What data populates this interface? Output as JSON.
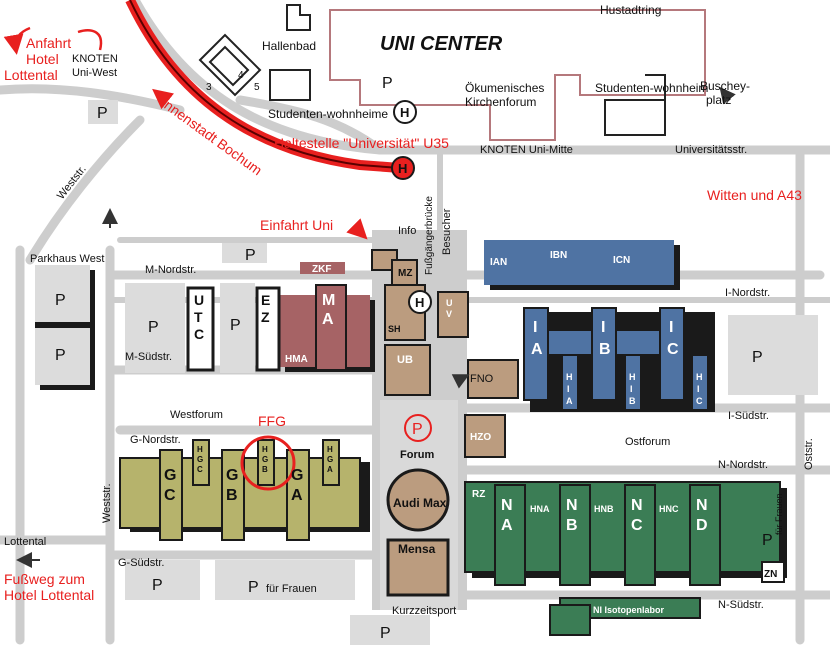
{
  "colors": {
    "road": "#cfcfcf",
    "road_dark": "#9a9a9a",
    "parking": "#dddddd",
    "red": "#e8201f",
    "blue": "#4f73a3",
    "green": "#3b7d55",
    "olive": "#b6b36c",
    "tan": "#bb9c7f",
    "maroon": "#a66365",
    "shadow": "#1a1a1a"
  },
  "labels": {
    "hustadtring": "Hustadtring",
    "uni_center": "UNI CENTER",
    "hallenbad": "Hallenbad",
    "studentenwohnheime": "Studenten-wohnheime",
    "studentenwohnheim": "Studenten-wohnheim",
    "oekumenisches": "Ökumenisches",
    "kirchenforum": "Kirchenforum",
    "buschey": "Buschey-",
    "platz": "platz",
    "knoten": "KNOTEN",
    "uni_west": "Uni-West",
    "knoten_uni_mitte": "KNOTEN Uni-Mitte",
    "universitaetsstr": "Universitätsstr.",
    "weststr": "Weststr.",
    "parkhaus_west": "Parkhaus West",
    "m_nordstr": "M-Nordstr.",
    "m_suedstr": "M-Südstr.",
    "westforum": "Westforum",
    "g_nordstr": "G-Nordstr.",
    "g_suedstr": "G-Südstr.",
    "lottental": "Lottental",
    "info": "Info",
    "fussgaengerbruecke": "Fußgängerbrücke",
    "besucher": "Besucher",
    "i_nordstr": "I-Nordstr.",
    "i_suedstr": "I-Südstr.",
    "ostforum": "Ostforum",
    "n_nordstr": "N-Nordstr.",
    "oststr": "Oststr.",
    "n_suedstr": "N-Südstr.",
    "kurzzeitsport": "Kurzzeitsport",
    "fuer_frauen": "für Frauen",
    "forum": "Forum",
    "fno": "FNO",
    "p": "P",
    "h": "H",
    "num3": "3",
    "num4": "4",
    "num5": "5"
  },
  "red_labels": {
    "anfahrt": "Anfahrt",
    "hotel": "Hotel",
    "lottental": "Lottental",
    "innenstadt": "Innenstadt Bochum",
    "haltestelle": "Haltestelle \"Universität\" U35",
    "einfahrt": "Einfahrt Uni",
    "witten": "Witten und A43",
    "ffg": "FFG",
    "fussweg": "Fußweg zum",
    "hotel_lottental": "Hotel Lottental"
  },
  "buildings": {
    "utc": [
      "U",
      "T",
      "C"
    ],
    "ez": [
      "E",
      "Z"
    ],
    "ma": [
      "M",
      "A"
    ],
    "hma": "HMA",
    "zkf": "ZKF",
    "mz": "MZ",
    "sh": "SH",
    "uv": [
      "U",
      "V"
    ],
    "ub": "UB",
    "hzo": "HZO",
    "audimax": "Audi Max",
    "mensa": "Mensa",
    "ian": "IAN",
    "ibn": "IBN",
    "icn": "ICN",
    "ia": [
      "I",
      "A"
    ],
    "ib": [
      "I",
      "B"
    ],
    "ic": [
      "I",
      "C"
    ],
    "hia": [
      "H",
      "I",
      "A"
    ],
    "hib": [
      "H",
      "I",
      "B"
    ],
    "hic": [
      "H",
      "I",
      "C"
    ],
    "gc": [
      "G",
      "C"
    ],
    "gb": [
      "G",
      "B"
    ],
    "ga": [
      "G",
      "A"
    ],
    "hgc": [
      "H",
      "G",
      "C"
    ],
    "hgb": [
      "H",
      "G",
      "B"
    ],
    "hga": [
      "H",
      "G",
      "A"
    ],
    "rz": "RZ",
    "na": [
      "N",
      "A"
    ],
    "nb": [
      "N",
      "B"
    ],
    "nc": [
      "N",
      "C"
    ],
    "nd": [
      "N",
      "D"
    ],
    "hna": "HNA",
    "hnb": "HNB",
    "hnc": "HNC",
    "zn": "ZN",
    "isotopenlabor": "NI Isotopenlabor"
  },
  "icons": [
    "parking-icon",
    "helicopter-pad-icon",
    "tram-stop-icon",
    "red-arrow-icon",
    "gray-arrow-icon",
    "highlight-circle-icon"
  ]
}
